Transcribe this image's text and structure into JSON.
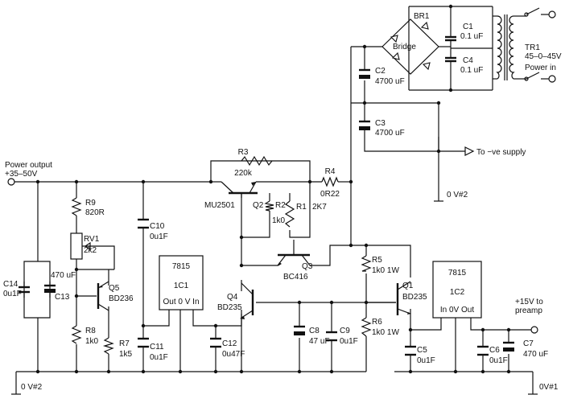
{
  "labels": {
    "power_output": "Power output",
    "power_output_volts": "+35–50V",
    "gnd2_bottom": "0 V#2",
    "gnd2_right": "0 V#2",
    "gnd1": "0V#1",
    "to_ve_supply": "To −ve supply",
    "preamp_volts": "+15V to",
    "preamp": "preamp",
    "bridge_name": "BR1",
    "bridge_text": "Bridge",
    "power_in": "Power in",
    "tr1": "TR1",
    "tr1_value": "45–0–45V"
  },
  "components": {
    "r3": {
      "ref": "R3",
      "value": "220k"
    },
    "r4": {
      "ref": "R4",
      "value": "0R22"
    },
    "r9": {
      "ref": "R9",
      "value": "820R"
    },
    "rv1": {
      "ref": "RV1",
      "value": "2k2"
    },
    "r8": {
      "ref": "R8",
      "value": "1k0"
    },
    "r7": {
      "ref": "R7",
      "value": "1k5"
    },
    "r2": {
      "ref": "R2",
      "value": "1k0"
    },
    "r1": {
      "ref": "R1",
      "value": "2K7"
    },
    "r5": {
      "ref": "R5",
      "value": "1k0 1W"
    },
    "r6": {
      "ref": "R6",
      "value": "1k0 1W"
    },
    "c1": {
      "ref": "C1",
      "value": "0.1 uF"
    },
    "c4": {
      "ref": "C4",
      "value": "0.1 uF"
    },
    "c2": {
      "ref": "C2",
      "value": "4700 uF"
    },
    "c3": {
      "ref": "C3",
      "value": "4700 uF"
    },
    "c10": {
      "ref": "C10",
      "value": "0u1F"
    },
    "c11": {
      "ref": "C11",
      "value": "0u1F"
    },
    "c12": {
      "ref": "C12",
      "value": "0u47F"
    },
    "c14": {
      "ref": "C14",
      "value": "0u1F"
    },
    "c13": {
      "ref": "C13",
      "value": "470 uF"
    },
    "c8": {
      "ref": "C8",
      "value": "47 uF"
    },
    "c9": {
      "ref": "C9",
      "value": "0u1F"
    },
    "c5": {
      "ref": "C5",
      "value": "0u1F"
    },
    "c6": {
      "ref": "C6",
      "value": "0u1F"
    },
    "c7": {
      "ref": "C7",
      "value": "470 uF"
    },
    "q1": {
      "ref": "Q1",
      "value": "BD235"
    },
    "q2": {
      "ref": "Q2",
      "value": "MU2501"
    },
    "q3": {
      "ref": "Q3",
      "value": "BC416"
    },
    "q4": {
      "ref": "Q4",
      "value": "BD235"
    },
    "q5": {
      "ref": "Q5",
      "value": "BD236"
    },
    "ic1": {
      "type": "7815",
      "ref": "1C1",
      "pins": "Out 0 V In"
    },
    "ic2": {
      "type": "7815",
      "ref": "1C2",
      "pins": "In 0V Out"
    }
  }
}
